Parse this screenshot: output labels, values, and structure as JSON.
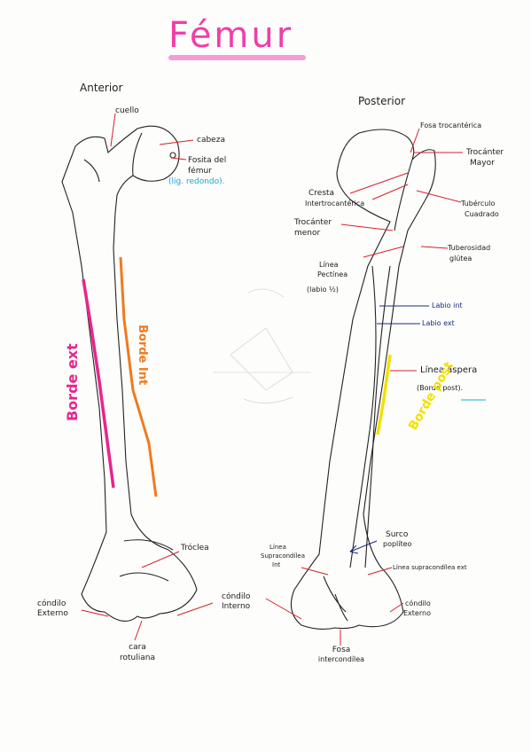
{
  "title": "Fémur",
  "views": {
    "anterior": "Anterior",
    "posterior": "Posterior"
  },
  "anterior_labels": {
    "cuello": "cuello",
    "cabeza": "cabeza",
    "fosita_1": "Fosita del",
    "fosita_2": "fémur",
    "lig_redondo": "(lig. redondo).",
    "borde_ext": "Borde ext",
    "borde_int": "Borde Int",
    "troclea": "Tróclea",
    "condilo_ext_1": "cóndilo",
    "condilo_ext_2": "Externo",
    "condilo_int_1": "cóndilo",
    "condilo_int_2": "Interno",
    "cara_1": "cara",
    "cara_2": "rotuliana"
  },
  "posterior_labels": {
    "fosa_trocanterica": "Fosa trocantérica",
    "trocanter_mayor_1": "Trocánter",
    "trocanter_mayor_2": "Mayor",
    "cresta_1": "Cresta",
    "cresta_2": "Intertrocantérica",
    "tuberculo_1": "Tubérculo",
    "tuberculo_2": "Cuadrado",
    "trocanter_menor_1": "Trocánter",
    "trocanter_menor_2": "menor",
    "tuberosidad_1": "Tuberosidad",
    "tuberosidad_2": "glútea",
    "linea_pectinea_1": "Línea",
    "linea_pectinea_2": "Pectínea",
    "labio": "(labio ½)",
    "labio_int": "Labio int",
    "labio_ext": "Labio ext",
    "linea_aspera": "Línea áspera",
    "borde_post": "(Borde post).",
    "borde_post_vertical": "Borde post",
    "surco_1": "Surco",
    "surco_2": "poplíteo",
    "supra_int_1": "Línea",
    "supra_int_2": "Supracondílea",
    "supra_int_3": "Int",
    "supra_ext": "Línea supracondílea ext",
    "condilo_ext_1": "cóndilo",
    "condilo_ext_2": "Externo",
    "fosa_inter_1": "Fosa",
    "fosa_inter_2": "intercondílea"
  },
  "colors": {
    "magenta": "#e8258d",
    "orange": "#f07a1e",
    "yellow": "#f2e100",
    "cyan": "#12a9d8",
    "navy": "#1b2a7a",
    "leader_red": "#d81e2a"
  }
}
